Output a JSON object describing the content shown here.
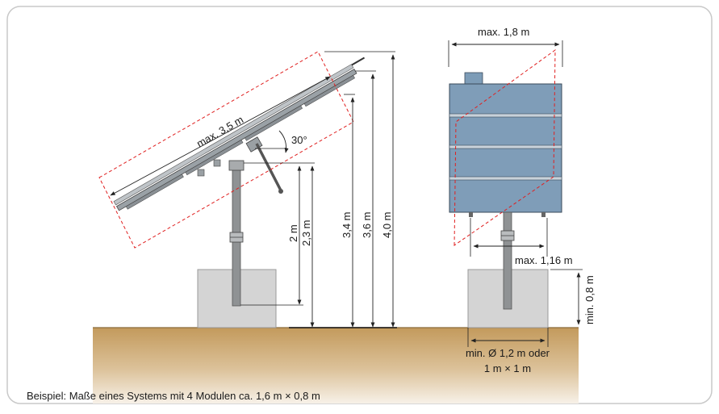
{
  "labels": {
    "length": "max. 3,5 m",
    "angle": "30°",
    "dim_2m": "2 m",
    "dim_23m": "2,3 m",
    "dim_34m": "3,4 m",
    "dim_36m": "3,6 m",
    "dim_40m": "4,0 m",
    "width": "max. 1,8 m",
    "spread": "max. 1,16 m",
    "depth": "min. 0,8 m",
    "base_line1": "min. Ø 1,2 m oder",
    "base_line2": "1 m × 1 m",
    "caption": "Beispiel: Maße eines Systems mit 4 Modulen ca. 1,6 m × 0,8 m"
  },
  "colors": {
    "ground": "#c8a265",
    "foundation": "#d4d4d4",
    "panel_front": "#7d9cb7",
    "pole": "#8a8d90",
    "dashed": "#e02020",
    "frame": "#c9c9c9"
  }
}
